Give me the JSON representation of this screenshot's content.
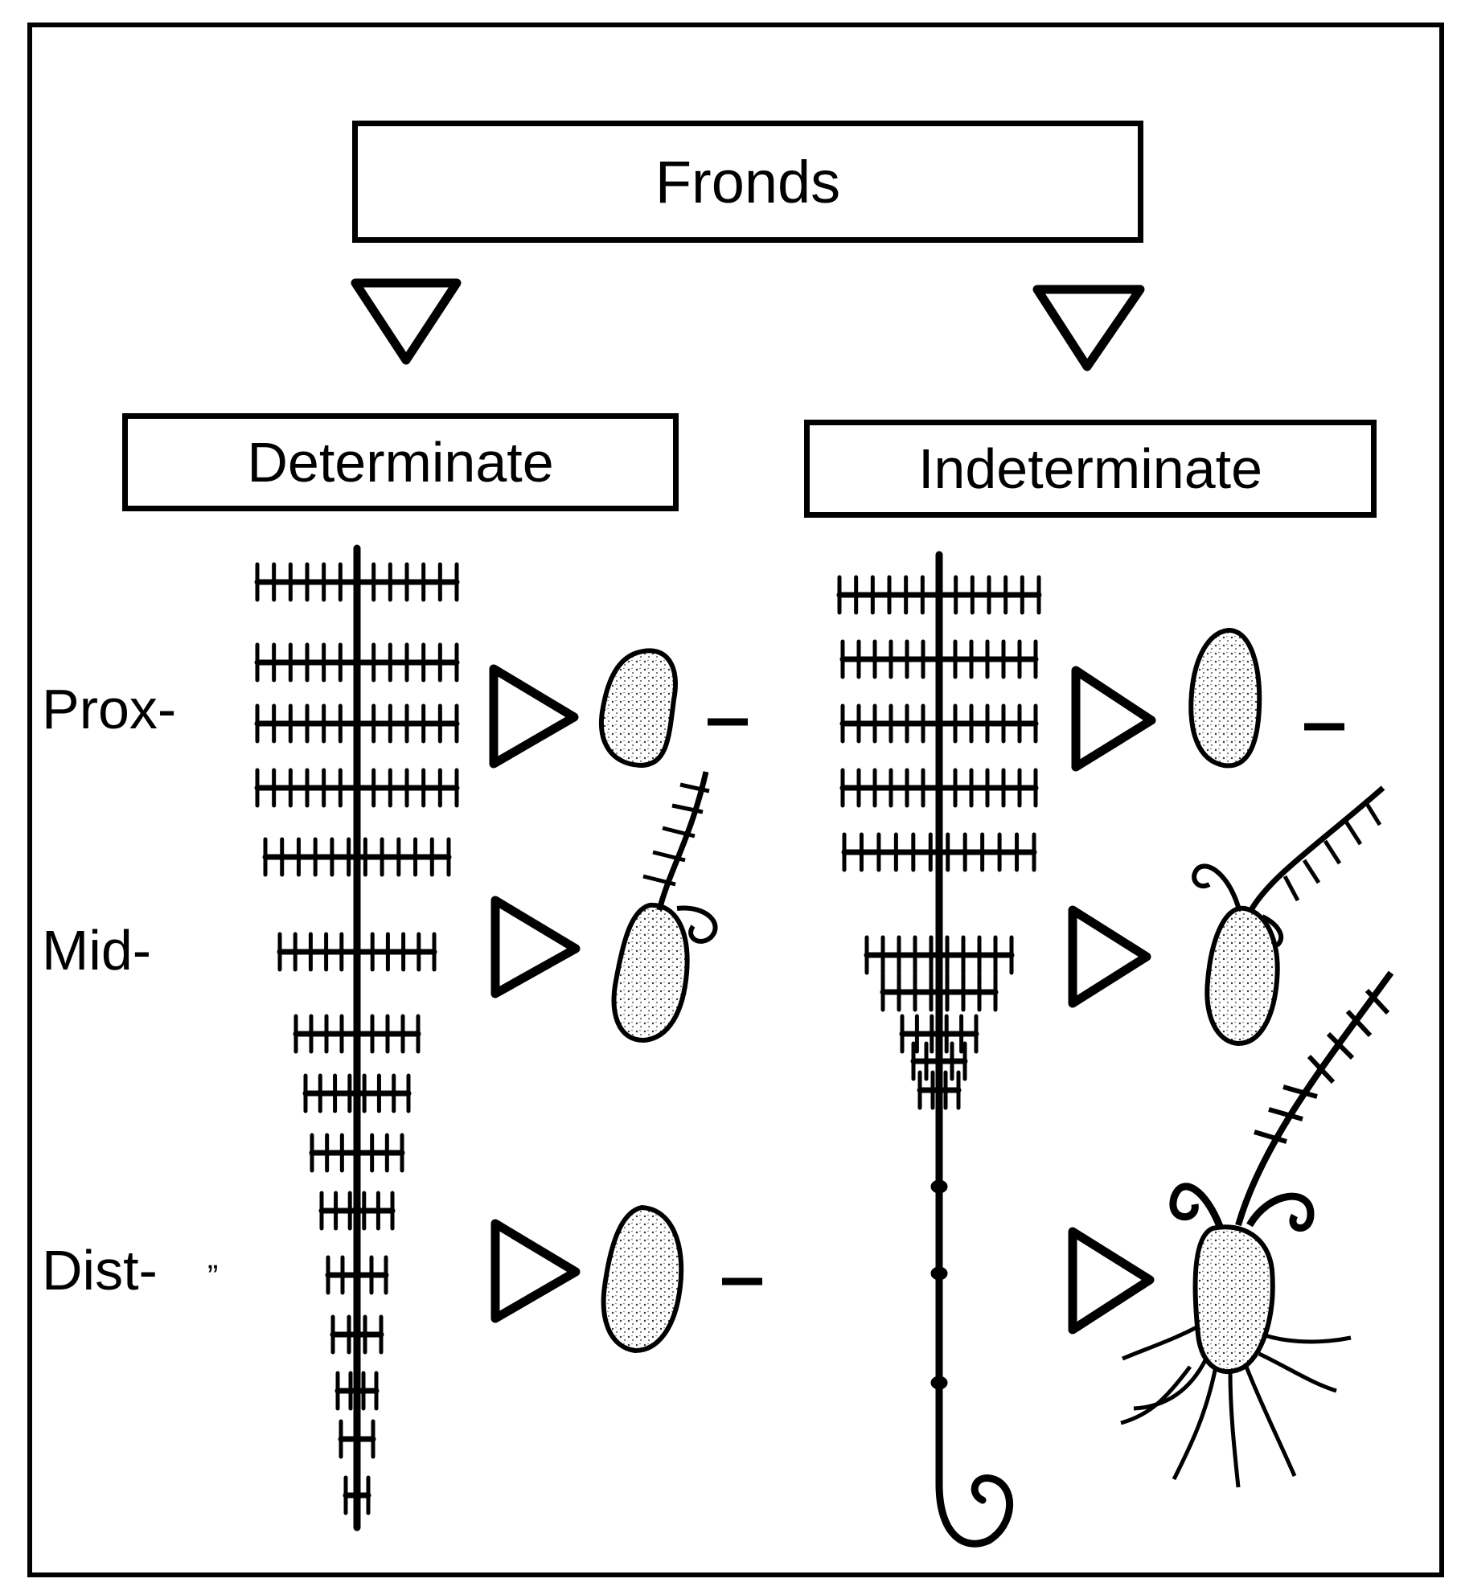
{
  "diagram": {
    "title": "Fronds",
    "categories": [
      {
        "label": "Determinate"
      },
      {
        "label": "Indeterminate"
      }
    ],
    "rows": [
      {
        "label": "Prox-"
      },
      {
        "label": "Mid-"
      },
      {
        "label": "Dist-"
      }
    ],
    "stray_mark": "”"
  }
}
